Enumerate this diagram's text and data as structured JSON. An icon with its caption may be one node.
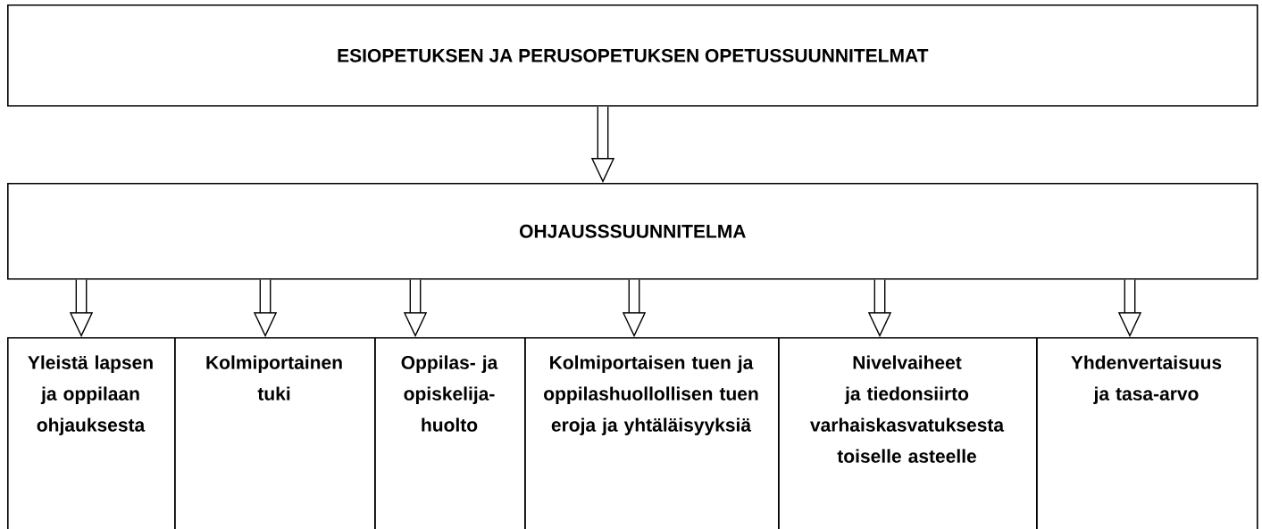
{
  "diagram": {
    "nodes": [
      {
        "text": [
          "ESIOPETUKSEN JA PERUSOPETUKSEN OPETUSSUUNNITELMAT"
        ]
      },
      {
        "text": [
          "OHJAUSSSUUNNITELMA"
        ]
      },
      {
        "text": [
          "Yleistä lapsen ja oppilaan ohjauksesta"
        ]
      },
      {
        "text": [
          "Kolmiportainen tuki"
        ]
      },
      {
        "text": [
          "Oppilas- ja opiskelija-huolto"
        ]
      },
      {
        "text": [
          "Kolmiportaisen tuen ja oppilashuollollisen tuen eroja ja yhtäläisyyksiä"
        ]
      },
      {
        "text": [
          "Nivelvaiheet ja tiedonsiirto varhaiskasvatuksesta toiselle asteelle"
        ]
      },
      {
        "text": [
          "Yhdenvertaisuus ja tasa-arvo"
        ]
      }
    ],
    "edges": [
      {
        "from": 0,
        "to": 1,
        "arrow": "to"
      },
      {
        "from": 1,
        "to": 2,
        "arrow": "to"
      },
      {
        "from": 1,
        "to": 3,
        "arrow": "to"
      },
      {
        "from": 1,
        "to": 4,
        "arrow": "to"
      },
      {
        "from": 1,
        "to": 5,
        "arrow": "to"
      },
      {
        "from": 1,
        "to": 6,
        "arrow": "to"
      },
      {
        "from": 1,
        "to": 7,
        "arrow": "to"
      }
    ]
  }
}
